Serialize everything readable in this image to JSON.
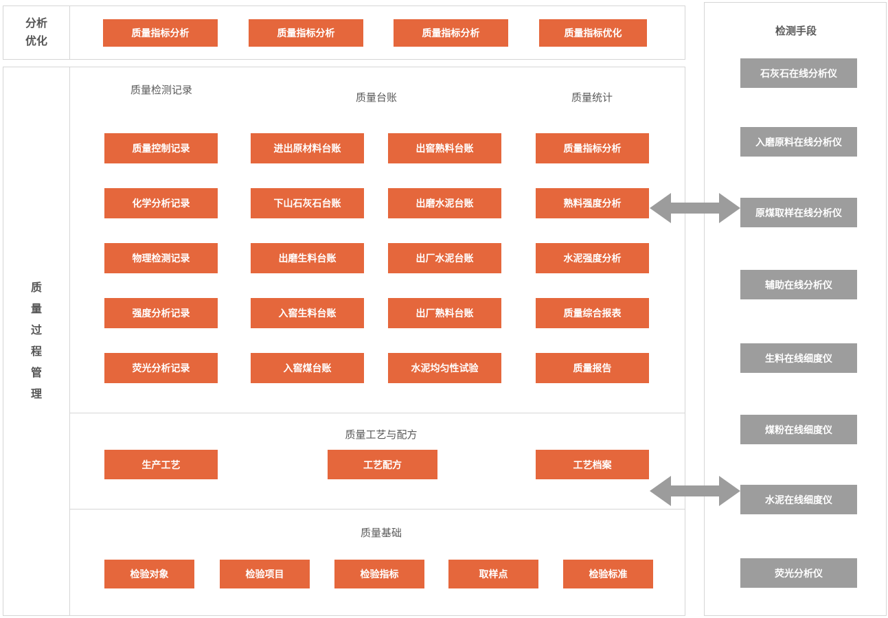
{
  "top_bar": {
    "label": "分析优化",
    "buttons": [
      "质量指标分析",
      "质量指标分析",
      "质量指标分析",
      "质量指标优化"
    ]
  },
  "main_panel": {
    "label": "质量过程管理",
    "records_section": {
      "headers": {
        "records": "质量检测记录",
        "ledger": "质量台账",
        "stats": "质量统计"
      },
      "records_col": [
        "质量控制记录",
        "化学分析记录",
        "物理检测记录",
        "强度分析记录",
        "荧光分析记录"
      ],
      "ledger_col_a": [
        "进出原材料台账",
        "下山石灰石台账",
        "出磨生料台账",
        "入窖生料台账",
        "入窖煤台账"
      ],
      "ledger_col_b": [
        "出窖熟料台账",
        "出磨水泥台账",
        "出厂水泥台账",
        "出厂熟料台账",
        "水泥均匀性试验"
      ],
      "stats_col": [
        "质量指标分析",
        "熟料强度分析",
        "水泥强度分析",
        "质量综合报表",
        "质量报告"
      ]
    },
    "process_section": {
      "header": "质量工艺与配方",
      "buttons": [
        "生产工艺",
        "工艺配方",
        "工艺档案"
      ]
    },
    "basics_section": {
      "header": "质量基础",
      "buttons": [
        "检验对象",
        "检验项目",
        "检验指标",
        "取样点",
        "检验标准"
      ]
    }
  },
  "right_panel": {
    "header": "检测手段",
    "buttons": [
      "石灰石在线分析仪",
      "入磨原料在线分析仪",
      "原煤取样在线分析仪",
      "辅助在线分析仪",
      "生料在线细度仪",
      "煤粉在线细度仪",
      "水泥在线细度仪",
      "荧光分析仪"
    ]
  },
  "colors": {
    "accent_orange": "#e5673c",
    "instrument_gray": "#9d9d9d",
    "arrow_gray": "#9c9c9c",
    "border_gray": "#d5d5d5",
    "heading_text": "#595959"
  }
}
